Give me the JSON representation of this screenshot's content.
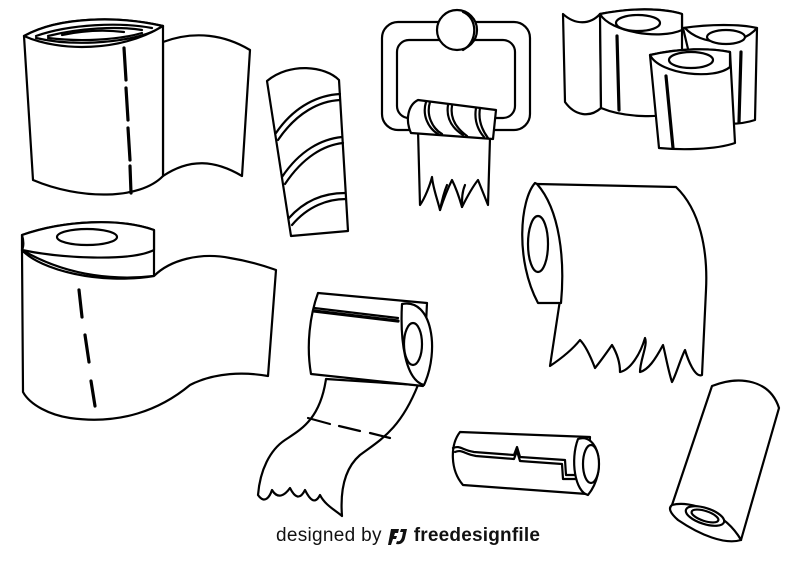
{
  "illustration": {
    "subject": "Toilet paper rolls line art set",
    "style": "black outline on white",
    "colors": {
      "stroke": "#000000",
      "background": "#ffffff"
    },
    "items": [
      {
        "id": "paper-towel-roll-folded",
        "label": "Paper towel roll with unrolled sheet"
      },
      {
        "id": "striped-cardboard-tube",
        "label": "Striped cardboard tube"
      },
      {
        "id": "wall-holder-roll",
        "label": "Toilet paper on wall holder with torn sheet"
      },
      {
        "id": "stacked-rolls",
        "label": "Group of three toilet paper rolls"
      },
      {
        "id": "big-roll-with-sheet",
        "label": "Toilet roll with wavy unrolled sheet"
      },
      {
        "id": "horizontal-roll-torn-sheet",
        "label": "Horizontal roll with torn perforated sheet"
      },
      {
        "id": "hanging-roll-torn",
        "label": "Side view roll with hanging torn sheet"
      },
      {
        "id": "lying-roll-torn-edge",
        "label": "Lying roll with torn edge"
      },
      {
        "id": "tilted-paper-roll",
        "label": "Tilted paper roll"
      }
    ]
  },
  "watermark": {
    "prefix": "designed by",
    "brand": "freedesignfile"
  }
}
